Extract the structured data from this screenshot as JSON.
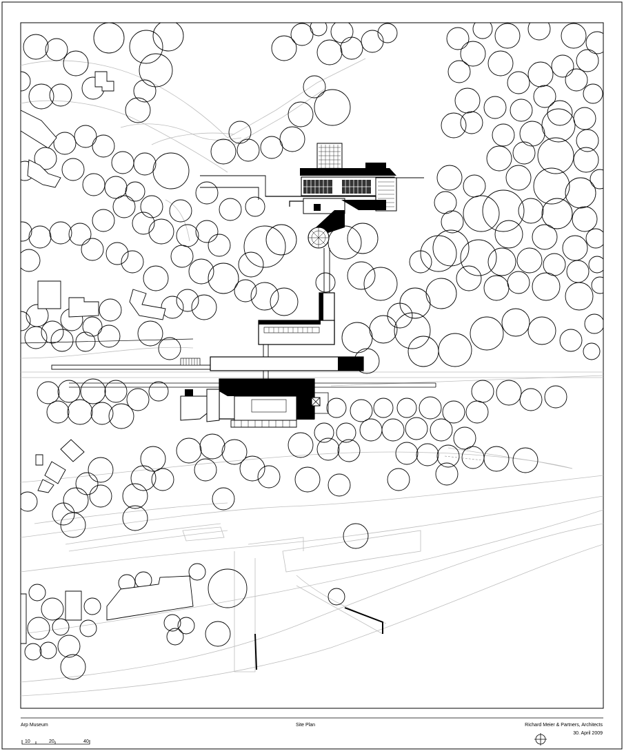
{
  "title_block": {
    "project": "Arp Museum",
    "drawing": "Site Plan",
    "architect": "Richard Meier & Partners, Architects",
    "date": "30. April 2009"
  },
  "scale_bar": {
    "labels": [
      "10",
      "20",
      "40"
    ]
  },
  "icons": {
    "north": "north-arrow-icon"
  }
}
